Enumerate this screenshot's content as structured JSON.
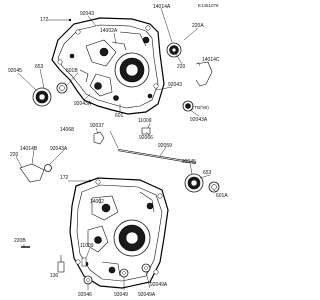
{
  "ref_code": "E1451078",
  "parts": {
    "p172_top": "172",
    "p92043_top": "92043",
    "p14002a": "14002A",
    "p14014a": "14014A",
    "p220a": "220A",
    "p14014c": "14014C",
    "p220_mid": "220",
    "p92045_left": "92045",
    "p653_top": "653",
    "p601b": "601B",
    "p92043_mid": "92043",
    "p92043a": "92043A",
    "p601": "601",
    "p92043a_right": "92043A",
    "p14068": "14068",
    "p92037": "92037",
    "p11009_mid": "11009",
    "p92066": "92066",
    "p14014b": "14014B",
    "p220_left": "220",
    "p92043a_left": "92043A",
    "p92059": "92059",
    "p172_bottom": "172",
    "p92045_right": "92045",
    "p653_bottom": "653",
    "p601a": "601A",
    "p14002": "14002",
    "p11009_bottom": "11009",
    "p220b": "220B",
    "p130": "130",
    "p92046": "92046",
    "p92049": "92049",
    "p92049a": "92049A",
    "p92049a_2": "92049A"
  },
  "notes": {
    "note_tb90": "('TB/'90)"
  }
}
